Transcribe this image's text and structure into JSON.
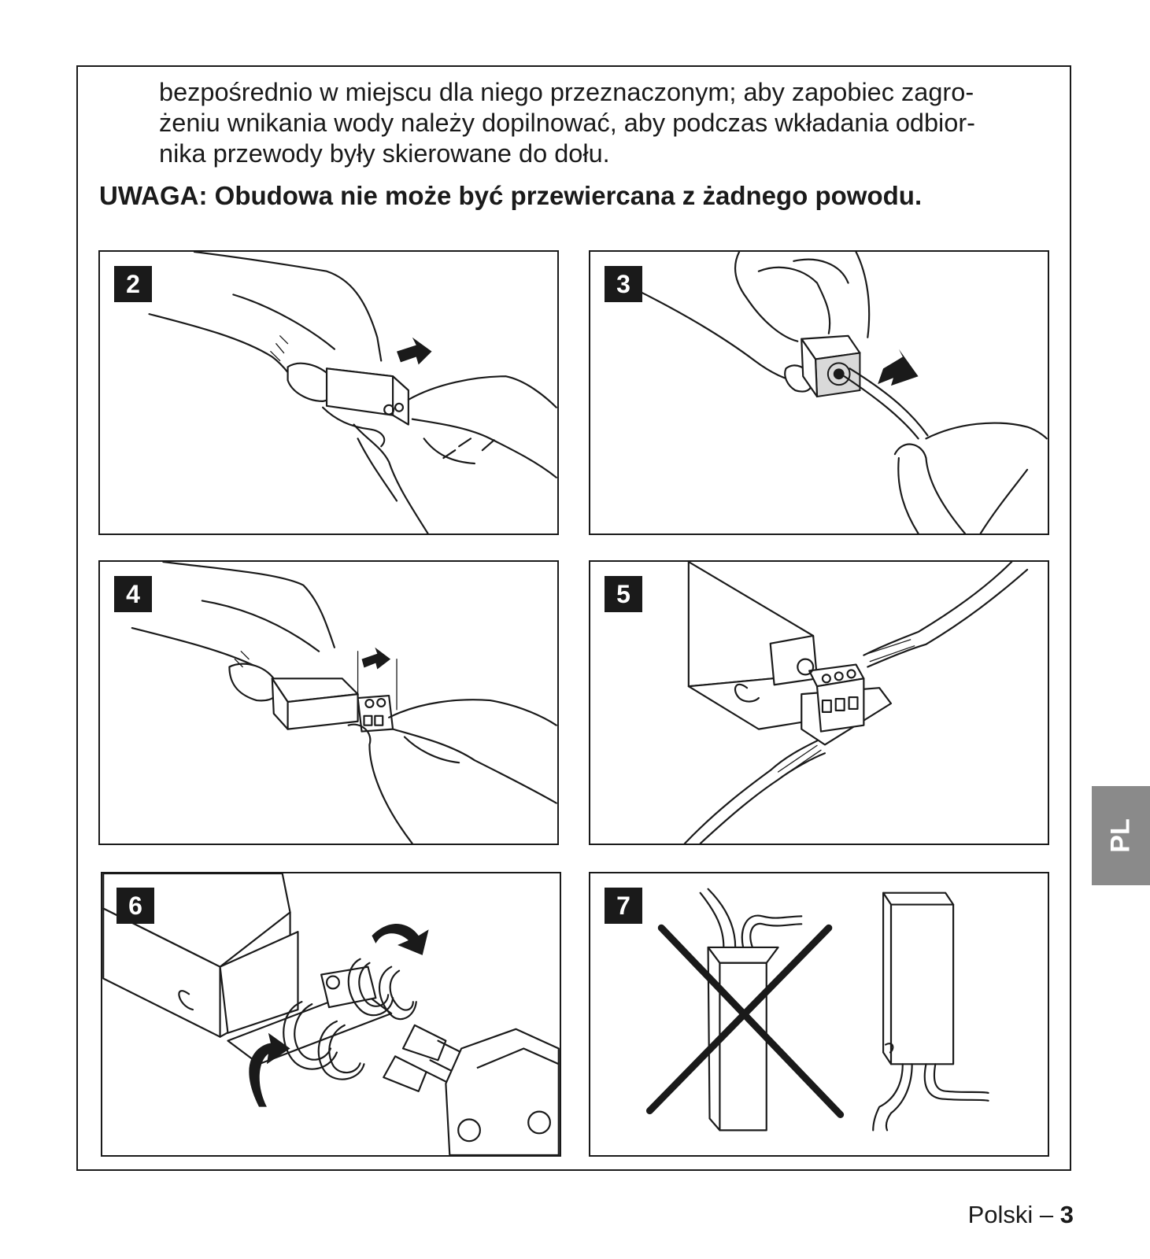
{
  "intro_lines": [
    "bezpośrednio w miejscu dla niego przeznaczonym; aby zapobiec zagro-",
    "żeniu wnikania wody należy dopilnować, aby podczas wkładania odbior-",
    "nika przewody były skierowane do dołu."
  ],
  "warning": "UWAGA: Obudowa nie może być przewiercana z żadnego powodu.",
  "figures": [
    {
      "number": "2",
      "icon": "hands-holding-receiver-icon"
    },
    {
      "number": "3",
      "icon": "hands-inserting-cable-icon"
    },
    {
      "number": "4",
      "icon": "hands-removing-terminal-icon"
    },
    {
      "number": "5",
      "icon": "terminal-wiring-icon"
    },
    {
      "number": "6",
      "icon": "cable-routing-icon"
    },
    {
      "number": "7",
      "icon": "correct-orientation-icon"
    }
  ],
  "language_tab": "PL",
  "footer": {
    "language": "Polski – ",
    "page": "3"
  }
}
